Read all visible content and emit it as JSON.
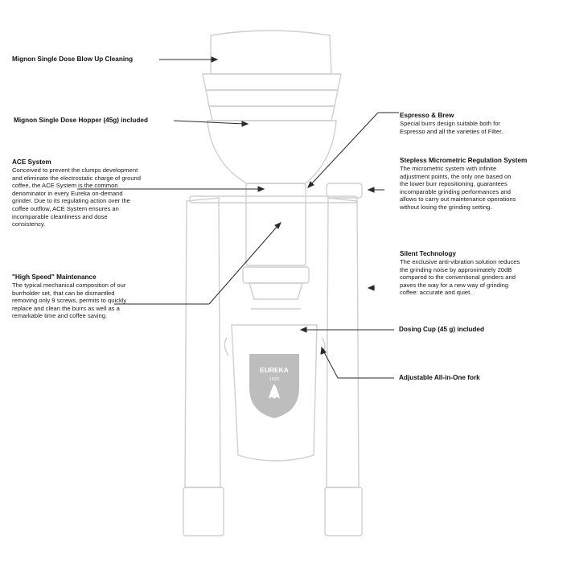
{
  "labels": {
    "blow_up": "Mignon Single Dose Blow Up Cleaning",
    "hopper": "Mignon Single Dose Hopper (45g) included",
    "ace": {
      "title": "ACE System",
      "desc": "Conceived to prevent the clumps development and eliminate the electrostatic charge of ground coffee, the ACE System is the common denominator in every Eureka on-demand grinder. Due to its regulating action over the coffee outflow, ACE System ensures an incomparable cleanliness and dose consistency."
    },
    "high_speed": {
      "title": "\"High Speed\" Maintenance",
      "desc": "The typical mechanical composition of our burrholder set, that can be dismantled removing only 9 screws, permits to quickly replace and clean the burrs as well as a remarkable time and coffee saving."
    },
    "espresso": {
      "title": "Espresso & Brew",
      "desc": "Special burrs design suitable both for Espresso and all the varieties of Filter."
    },
    "stepless": {
      "title": "Stepless Micrometric Regulation System",
      "desc": "The micrometric system with infinite adjustment points, the only one based on the lower burr repositioning, guarantees incomparable grinding performances and allows to carry out maintenance operations without losing the grinding setting."
    },
    "silent": {
      "title": "Silent Technology",
      "desc": "The exclusive anti-vibration solution reduces the grinding noise by approximately 20dB compared to the conventional grinders and paves the way for a new way of grinding coffee: accurate and quiet."
    },
    "dosing_cup": "Dosing Cup (45 g) included",
    "fork": "Adjustable All-in-One fork"
  },
  "logo": {
    "brand": "EUREKA",
    "year": "1920"
  },
  "colors": {
    "line": "#2a2a2a",
    "outline": "#cfcfcf",
    "shield": "#bdbdbd"
  }
}
